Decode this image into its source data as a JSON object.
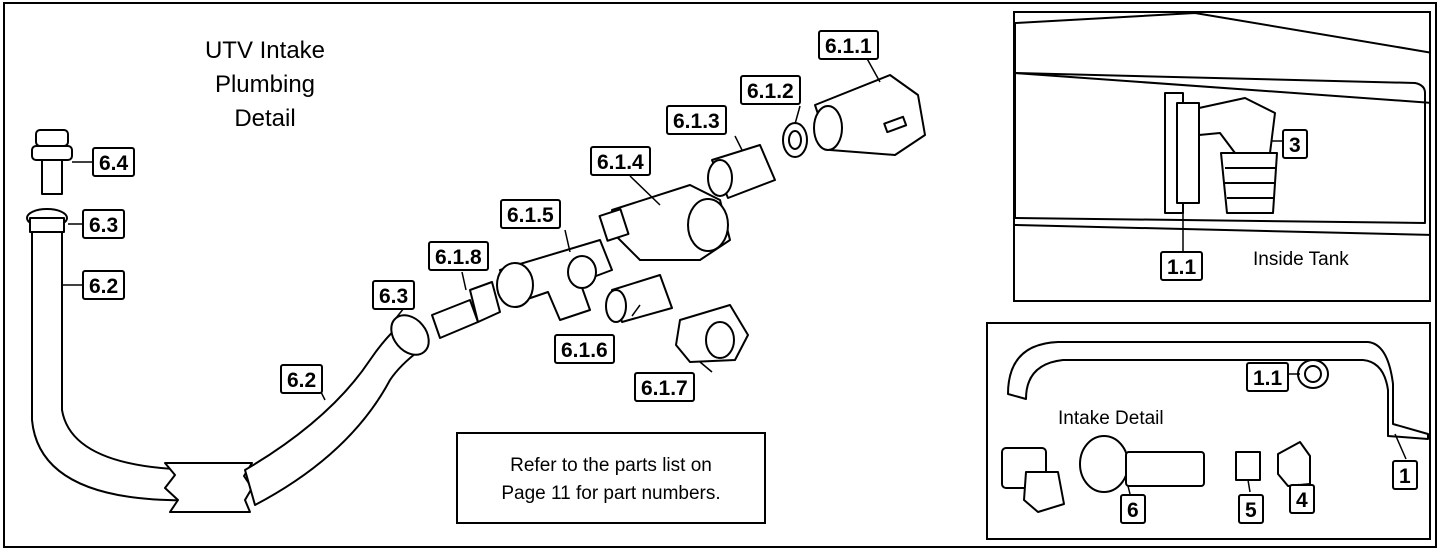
{
  "title": {
    "line1": "UTV Intake",
    "line2": "Plumbing",
    "line3": "Detail"
  },
  "note": {
    "line1": "Refer to the parts list on",
    "line2": "Page 11 for part numbers."
  },
  "labels": {
    "p6_4": "6.4",
    "p6_3_left": "6.3",
    "p6_2_left": "6.2",
    "p6_3_mid": "6.3",
    "p6_2_mid": "6.2",
    "p6_1_8": "6.1.8",
    "p6_1_5": "6.1.5",
    "p6_1_4": "6.1.4",
    "p6_1_3": "6.1.3",
    "p6_1_2": "6.1.2",
    "p6_1_1": "6.1.1",
    "p6_1_6": "6.1.6",
    "p6_1_7": "6.1.7"
  },
  "inside_tank": {
    "caption": "Inside Tank",
    "label_3": "3",
    "label_1_1": "1.1"
  },
  "intake_detail": {
    "caption": "Intake Detail",
    "label_1_1": "1.1",
    "label_1": "1",
    "label_4": "4",
    "label_5": "5",
    "label_6": "6"
  }
}
